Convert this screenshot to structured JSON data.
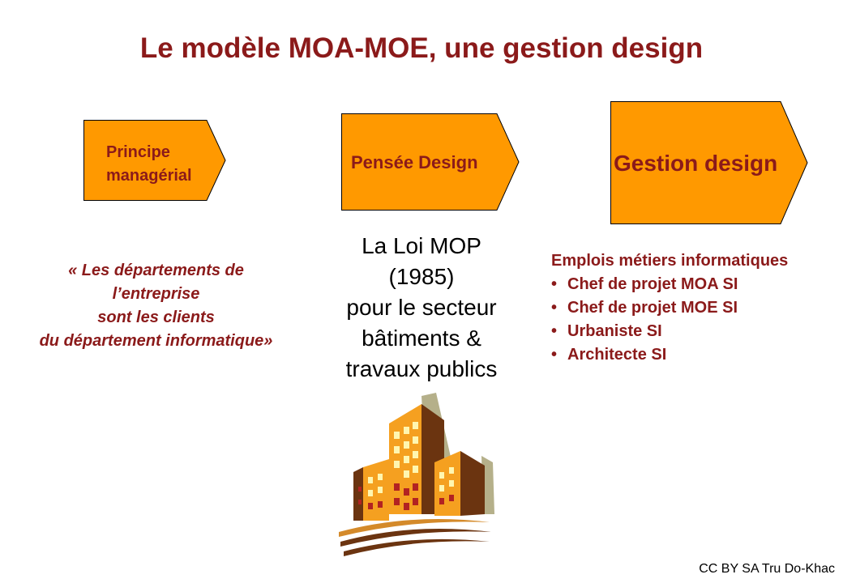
{
  "title": "Le modèle MOA-MOE, une gestion design",
  "colors": {
    "accent": "#8b1a1a",
    "arrow_fill": "#ff9900"
  },
  "arrows": [
    {
      "label_lines": [
        "Principe",
        "managérial"
      ]
    },
    {
      "label": "Pensée Design"
    },
    {
      "label": "Gestion design"
    }
  ],
  "quote_lines": [
    "« Les départements de",
    "l’entreprise",
    "sont les clients",
    "du département informatique»"
  ],
  "loi_lines": [
    "La Loi MOP",
    "(1985)",
    "pour le secteur",
    "bâtiments &",
    "travaux publics"
  ],
  "jobs": {
    "heading": "Emplois métiers informatiques",
    "items": [
      "Chef de projet MOA SI",
      "Chef de projet MOE SI",
      "Urbaniste SI",
      "Architecte SI"
    ]
  },
  "credit": "CC BY SA Tru Do-Khac",
  "illustration": "buildings-clipart"
}
